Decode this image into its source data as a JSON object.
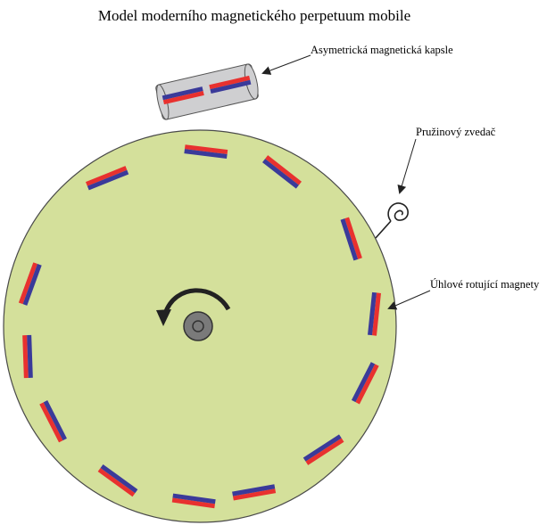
{
  "title": "Model moderního magnetického perpetuum mobile",
  "labels": {
    "capsule": "Asymetrická magnetická kapsle",
    "spring": "Pružinový zvedač",
    "magnets": "Úhlové rotující magnety"
  },
  "colors": {
    "wheel_fill": "#d4e09b",
    "wheel_stroke": "#4a4a4a",
    "magnet_red": "#e8312f",
    "magnet_blue": "#3a3a9a",
    "capsule_fill": "#cfcfd1",
    "hub_fill": "#7a7a7a",
    "arrow": "#222222"
  },
  "icons": {
    "rotation": "rotation-arrow-icon",
    "spring": "spring-coil-icon"
  }
}
